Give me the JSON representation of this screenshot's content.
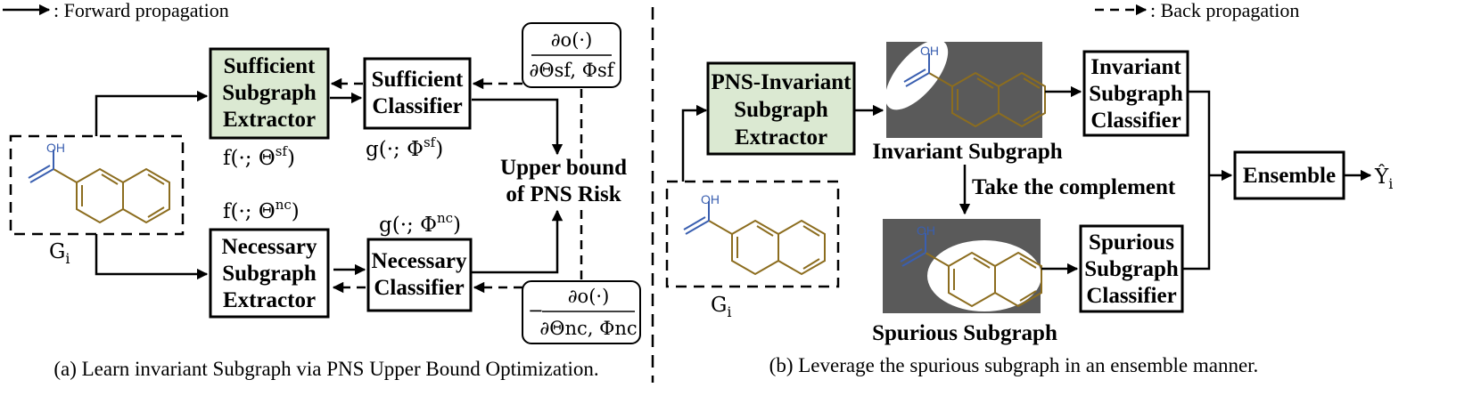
{
  "legend": {
    "forward": ": Forward propagation",
    "backward": ": Back propagation"
  },
  "left": {
    "sufficient_extractor": [
      "Sufficient",
      "Subgraph",
      "Extractor"
    ],
    "necessary_extractor": [
      "Necessary",
      "Subgraph",
      "Extractor"
    ],
    "sufficient_classifier": [
      "Sufficient",
      "Classifier"
    ],
    "necessary_classifier": [
      "Necessary",
      "Classifier"
    ],
    "f_sf": "f(·; Θ",
    "f_sf_sup": "sf",
    "f_nc": "f(·; Θ",
    "f_nc_sup": "nc",
    "g_sf": "g(·; Φ",
    "g_sf_sup": "sf",
    "g_nc": "g(·; Φ",
    "g_nc_sup": "nc",
    "risk": [
      "Upper bound",
      "of PNS Risk"
    ],
    "grad_top_num": "∂o(·)",
    "grad_top_den": "∂Θsf, Φsf",
    "grad_bot_minus": "−",
    "grad_bot_num": "∂o(·)",
    "grad_bot_den": "∂Θnc, Φnc",
    "graph_label": "G",
    "graph_sub": "i",
    "caption": "(a) Learn invariant Subgraph via PNS Upper Bound Optimization."
  },
  "right": {
    "pns_extractor": [
      "PNS-Invariant",
      "Subgraph",
      "Extractor"
    ],
    "invariant_label": "Invariant Subgraph",
    "complement_label": "Take the complement",
    "spurious_label": "Spurious Subgraph",
    "invariant_classifier": [
      "Invariant",
      "Subgraph",
      "Classifier"
    ],
    "spurious_classifier": [
      "Spurious",
      "Subgraph",
      "Classifier"
    ],
    "ensemble": "Ensemble",
    "output": "Ŷ",
    "output_sub": "i",
    "graph_label": "G",
    "graph_sub": "i",
    "caption": "(b) Leverage the spurious subgraph in an ensemble manner."
  },
  "molecule": {
    "oh_label": "OH"
  },
  "colors": {
    "extractor_fill": "#dbe9d2",
    "bond": "#8c6d1f",
    "oxygen": "#3a5fb0",
    "shade": "#5a5a5a"
  }
}
